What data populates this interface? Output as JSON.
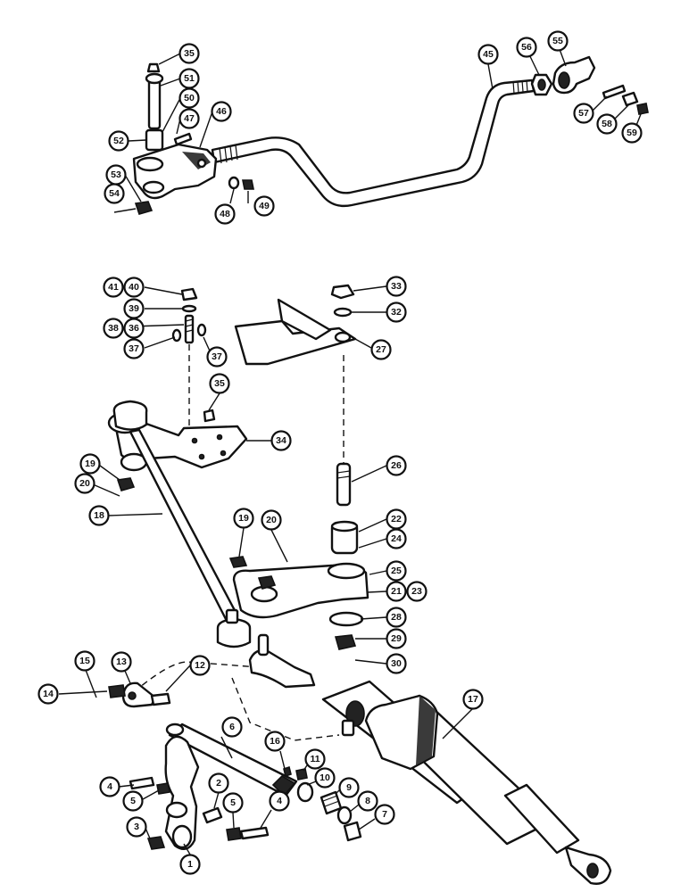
{
  "callouts": [
    "35",
    "51",
    "50",
    "47",
    "46",
    "52",
    "53",
    "54",
    "48",
    "49",
    "45",
    "56",
    "55",
    "57",
    "58",
    "59",
    "41",
    "40",
    "39",
    "38",
    "36",
    "37",
    "37",
    "33",
    "32",
    "27",
    "35",
    "34",
    "26",
    "19",
    "20",
    "18",
    "19",
    "20",
    "22",
    "24",
    "25",
    "21",
    "23",
    "28",
    "29",
    "30",
    "13",
    "15",
    "14",
    "12",
    "6",
    "17",
    "16",
    "11",
    "10",
    "9",
    "8",
    "7",
    "4",
    "5",
    "2",
    "5",
    "4",
    "3",
    "1"
  ]
}
